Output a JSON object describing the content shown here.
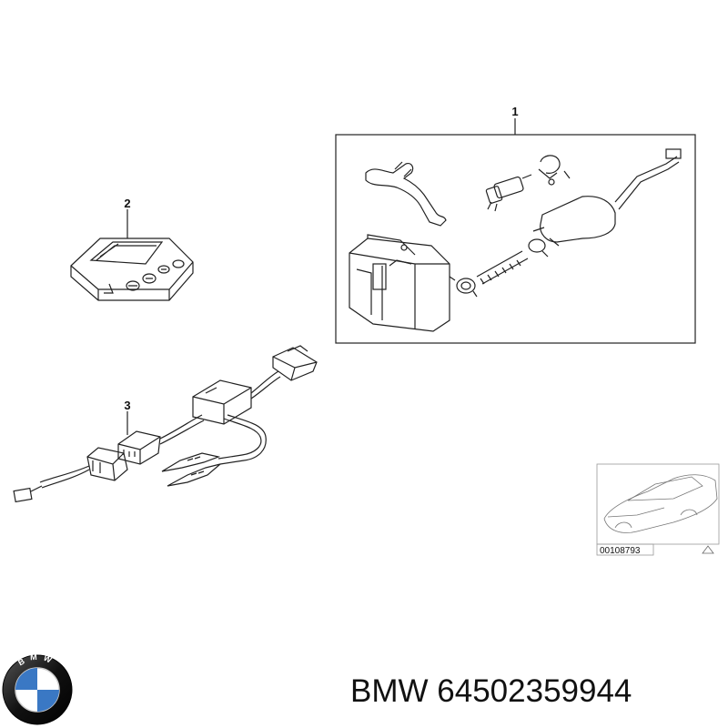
{
  "diagram": {
    "callouts": [
      {
        "id": "1",
        "text": "1"
      },
      {
        "id": "2",
        "text": "2"
      },
      {
        "id": "3",
        "text": "3"
      }
    ],
    "thumbnail": {
      "code": "00108793"
    }
  },
  "logo": {
    "letters": "BMW",
    "colors": {
      "ring": "#111111",
      "blue": "#3a78c4",
      "white": "#ffffff"
    }
  },
  "caption": {
    "brand": "BMW",
    "part_number": "64502359944"
  }
}
